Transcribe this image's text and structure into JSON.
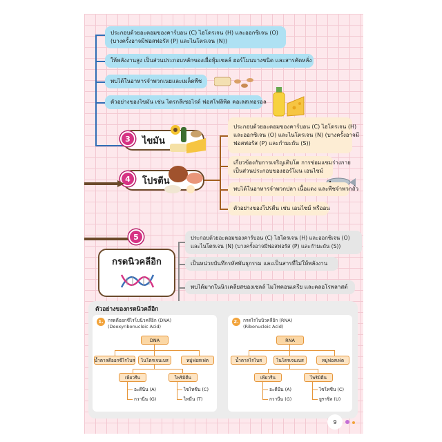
{
  "fat_section": {
    "number": "3",
    "title": "ไขมัน",
    "items": [
      [
        "ประกอบด้วยอะตอมของคาร์บอน (C) ไฮโดรเจน (H) และออกซิเจน (O)",
        "(บางครั้งอาจมีฟอสฟอรัส (P) และไนโตรเจน (N))"
      ],
      [
        "ให้พลังงานสูง เป็นส่วนประกอบหลักของเยื่อหุ้มเซลล์ ฮอร์โมนบางชนิด และสารคัดหลั่ง"
      ],
      [
        "พบได้ในอาหารจำพวกเนยและเมล็ดพืช"
      ],
      [
        "ตัวอย่างของไขมัน เช่น ไตรกลีเซอไรด์ ฟอสโฟลิพิด คอเลสเทอรอล"
      ]
    ]
  },
  "protein_section": {
    "number": "4",
    "title": "โปรตีน",
    "items": [
      [
        "ประกอบด้วยอะตอมของคาร์บอน (C) ไฮโดรเจน (H)",
        "และออกซิเจน (O) และไนโตรเจน (N) (บางครั้งอาจมี",
        "ฟอสฟอรัส (P) และกำมะถัน (S))"
      ],
      [
        "เกี่ยวข้องกับการเจริญเติบโต การซ่อมแซมร่างกาย",
        "เป็นส่วนประกอบของฮอร์โมน เอนไซม์"
      ],
      [
        "พบได้ในอาหารจำพวกปลา เนื้อแดง และพืชจำพวกถั่ว"
      ],
      [
        "ตัวอย่างของโปรตีน เช่น เอนไซม์ พรีออน"
      ]
    ]
  },
  "nucleic_section": {
    "number": "5",
    "title": "กรดนิวคลีอิก",
    "items": [
      [
        "ประกอบด้วยอะตอมของคาร์บอน (C) ไฮโดรเจน (H) และออกซิเจน (O)",
        "และไนโตรเจน (N) (บางครั้งอาจมีฟอสฟอรัส (P) และกำมะถัน (S))"
      ],
      [
        "เป็นหน่วยบันทึกรหัสพันธุกรรม และเป็นสารที่ไม่ให้พลังงาน"
      ],
      [
        "พบได้มากในนิวเคลียสของเซลล์ ไมโทคอนเดรีย และคลอโรพลาสต์"
      ]
    ]
  },
  "examples": {
    "title": "ตัวอย่างของกรดนิวคลีอิก",
    "dna": {
      "number": "1.",
      "name": "กรดดีออกซีไรโบนิวคลีอิก (DNA)",
      "english": "(Deoxyribonucleic Acid)",
      "root": "DNA",
      "children": [
        "น้ำตาลดีออกซีไรโบส",
        "ไนโตรเจนเบส",
        "หมู่ฟอสเฟต"
      ],
      "bases": [
        "เพียวรีน",
        "ไพริมิดีน"
      ],
      "purines": [
        "อะดีนีน (A)",
        "กวานีน (G)"
      ],
      "pyrimidines": [
        "ไซโทซีน (C)",
        "ไทมีน (T)"
      ]
    },
    "rna": {
      "number": "2.",
      "name": "กรดไรโบนิวคลีอิก (RNA)",
      "english": "(Ribonucleic Acid)",
      "root": "RNA",
      "children": [
        "น้ำตาลไรโบส",
        "ไนโตรเจนเบส",
        "หมู่ฟอสเฟต"
      ],
      "bases": [
        "เพียวรีน",
        "ไพริมิดีน"
      ],
      "purines": [
        "อะดีนีน (A)",
        "กวานีน (G)"
      ],
      "pyrimidines": [
        "ไซโทซีน (C)",
        "ยูราซิล (U)"
      ]
    }
  },
  "page_number": "9",
  "colors": {
    "blue_box": "#aee1f3",
    "peach_box": "#fdedd4",
    "gray_box": "#e6e6e6",
    "badge": "#d63384",
    "orange": "#e6963a"
  }
}
